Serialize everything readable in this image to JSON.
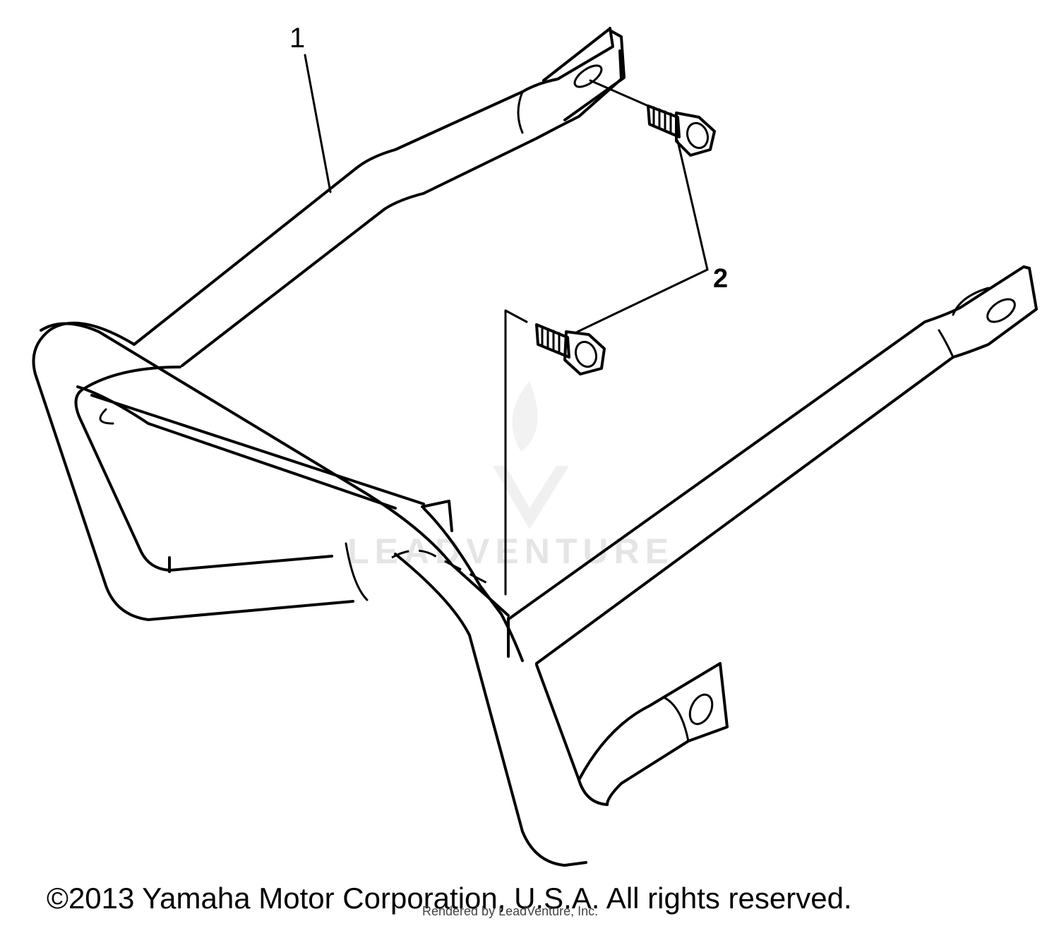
{
  "callouts": {
    "part_1": "1",
    "part_2": "2"
  },
  "footer": {
    "copyright": "©2013 Yamaha Motor Corporation, U.S.A. All rights reserved.",
    "rendered_by": "Rendered by LeadVenture, Inc."
  },
  "watermark": {
    "brand": "LEADVENTURE"
  },
  "colors": {
    "line": "#000000",
    "background": "#ffffff"
  }
}
